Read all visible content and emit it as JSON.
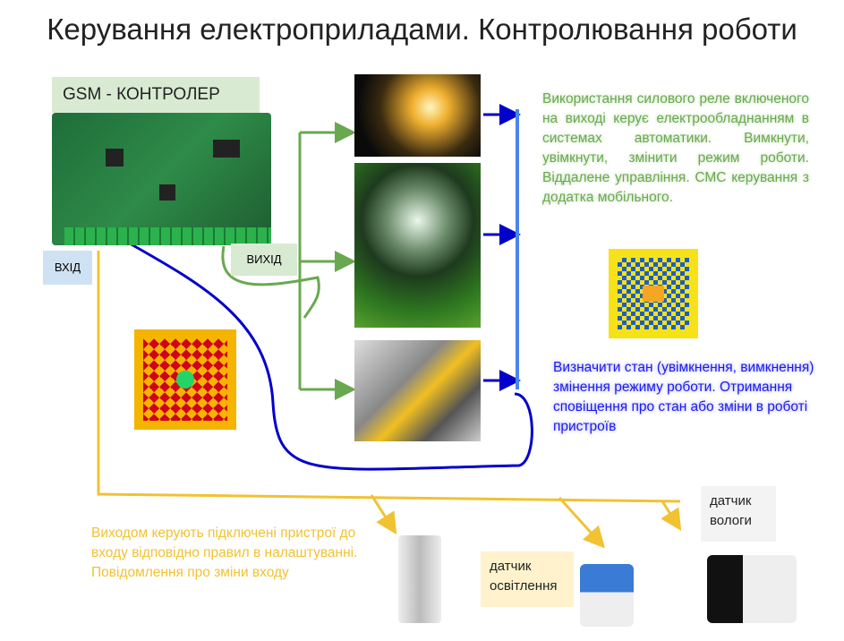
{
  "title": "Керування електроприладами. Контролювання роботи",
  "gsm_label": "GSM - КОНТРОЛЕР",
  "input_label": "ВХІД",
  "output_label": "ВИХІД",
  "green_text": "Використання силового реле включеного на виході керує електрообладнанням в системах автоматики. Вимкнути, увімкнути, змінити режим роботи. Віддалене управління. СМС керування з додатка мобільного.",
  "blue_text": "Визначити стан (увімкнення, вимкнення) змінення режиму роботи. Отримання сповіщення про стан або зміни в роботі пристроїв",
  "orange_text": "Виходом керують підключені пристрої до входу відповідно правил в налаштуванні. Повідомлення про зміни входу",
  "humidity_sensor_label": "датчик вологи",
  "light_sensor_label": "датчик освітлення",
  "colors": {
    "green": "#6aa84f",
    "blue": "#1a1aee",
    "orange": "#f1c232",
    "line_blue": "#0000cc",
    "bar_blue": "#4a86e8"
  }
}
